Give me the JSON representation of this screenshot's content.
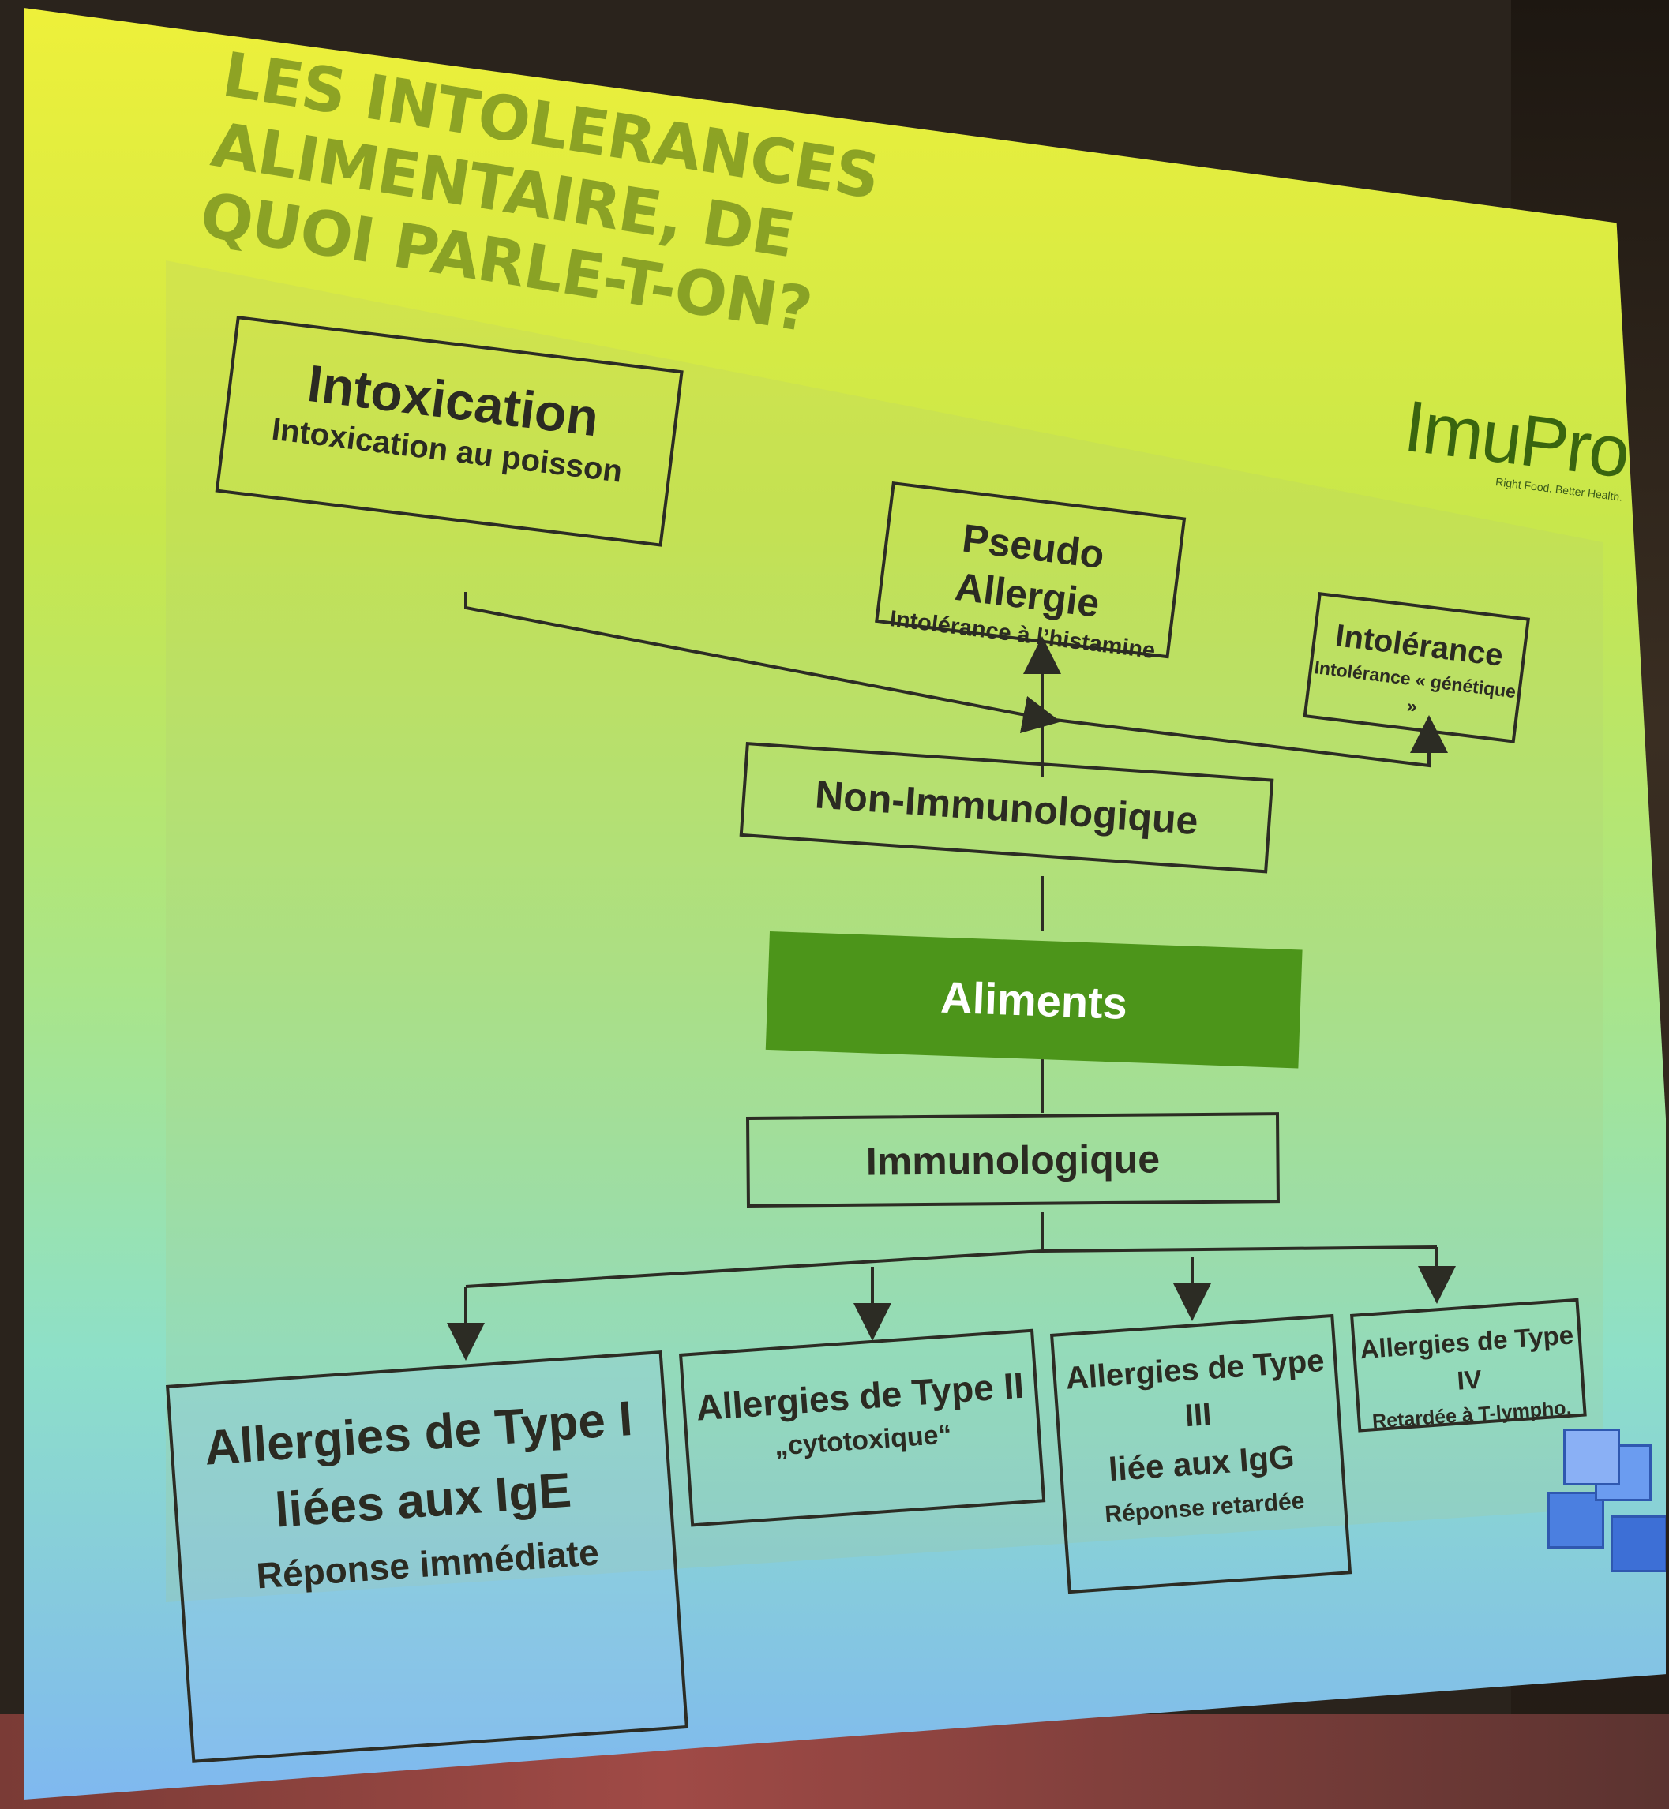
{
  "slide": {
    "title_line1": "LES INTOLERANCES ALIMENTAIRE, DE",
    "title_line2": "QUOI PARLE-T-ON?"
  },
  "logo": {
    "text": "ImuPro",
    "tagline": "Right Food. Better Health."
  },
  "nodes": {
    "intoxication": {
      "title": "Intoxication",
      "subtitle": "Intoxication au poisson"
    },
    "pseudo_allergie": {
      "title": "Pseudo Allergie",
      "subtitle": "Intolérance à l’histamine"
    },
    "intolerance": {
      "title": "Intolérance",
      "subtitle": "Intolérance « génétique »"
    },
    "non_immuno": {
      "title": "Non-Immunologique"
    },
    "aliments": {
      "title": "Aliments"
    },
    "immuno": {
      "title": "Immunologique"
    },
    "type1": {
      "line1": "Allergies de Type I",
      "line2": "liées aux IgE",
      "line3": "Réponse immédiate"
    },
    "type2": {
      "line1": "Allergies de Type II",
      "line2": "„cytotoxique“"
    },
    "type3": {
      "line1": "Allergies de Type III",
      "line2": "liée aux IgG",
      "line3": "Réponse retardée"
    },
    "type4": {
      "line1": "Allergies de Type IV",
      "line2": "Retardée à T-lympho."
    }
  },
  "colors": {
    "aliments_fill": "#4c951a",
    "box_border": "#2c2c24",
    "title_color": "#6f8a1c",
    "logo_color": "#39650f"
  }
}
